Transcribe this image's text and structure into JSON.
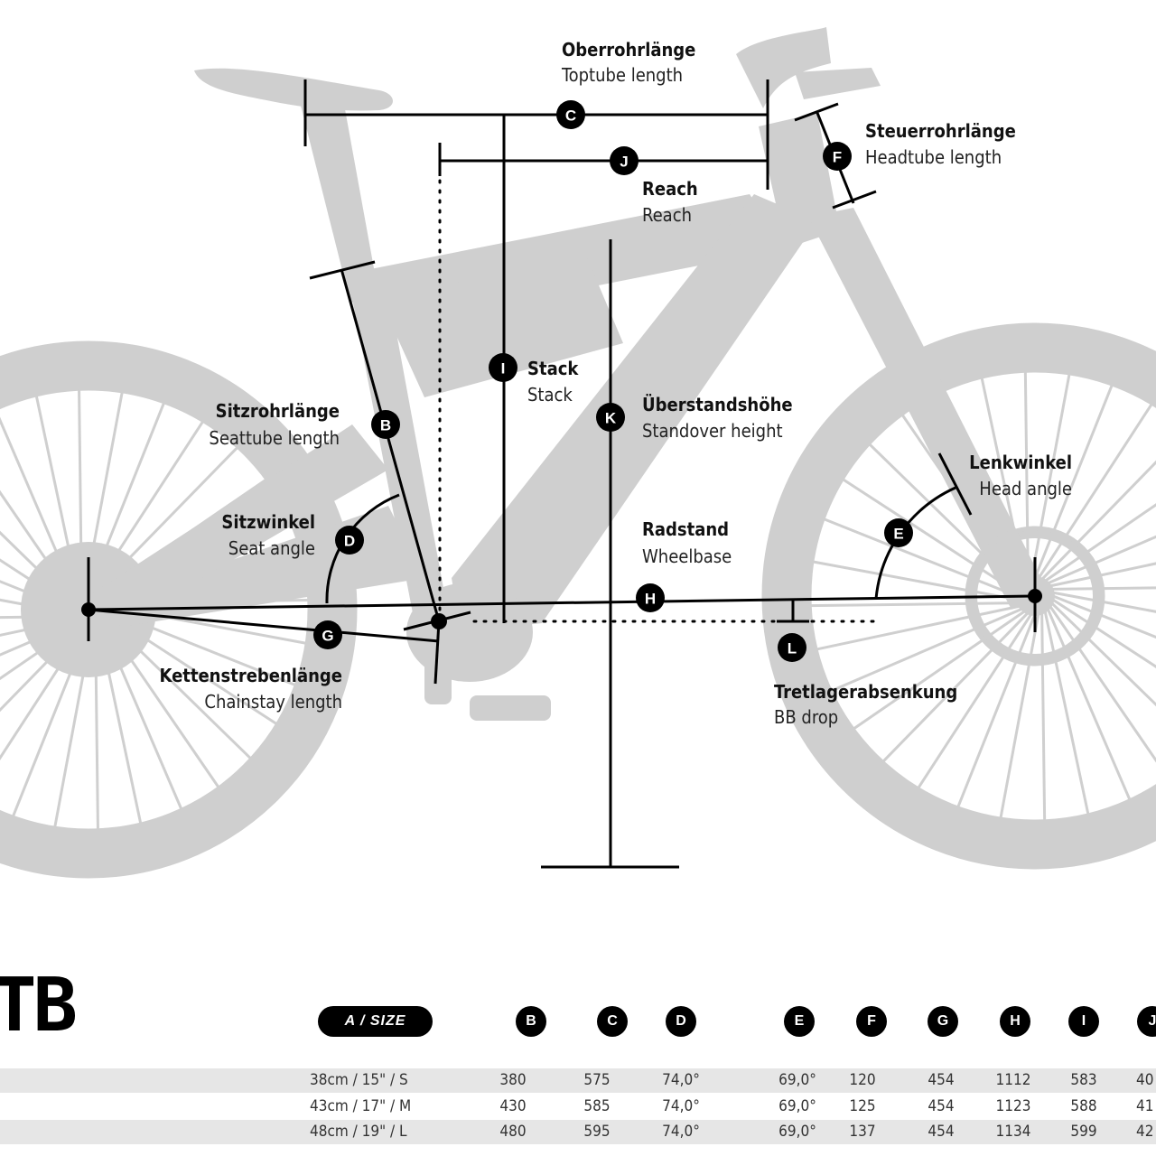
{
  "labels": {
    "C": {
      "de": "Oberrohrlänge",
      "en": "Toptube length"
    },
    "F": {
      "de": "Steuerrohrlänge",
      "en": "Headtube length"
    },
    "J": {
      "de": "Reach",
      "en": "Reach"
    },
    "I": {
      "de": "Stack",
      "en": "Stack"
    },
    "K": {
      "de": "Überstandshöhe",
      "en": "Standover height"
    },
    "B": {
      "de": "Sitzrohrlänge",
      "en": "Seattube length"
    },
    "D": {
      "de": "Sitzwinkel",
      "en": "Seat angle"
    },
    "E": {
      "de": "Lenkwinkel",
      "en": "Head angle"
    },
    "H": {
      "de": "Radstand",
      "en": "Wheelbase"
    },
    "G": {
      "de": "Kettenstrebenlänge",
      "en": "Chainstay length"
    },
    "L": {
      "de": "Tretlagerabsenkung",
      "en": "BB drop"
    }
  },
  "badges": {
    "B": "B",
    "C": "C",
    "D": "D",
    "E": "E",
    "F": "F",
    "G": "G",
    "H": "H",
    "I": "I",
    "J": "J",
    "K": "K",
    "L": "L"
  },
  "brand_fragment": "TB",
  "table": {
    "size_header": "A / SIZE",
    "columns": [
      "B",
      "C",
      "D",
      "E",
      "F",
      "G",
      "H",
      "I",
      "J"
    ],
    "rows": [
      {
        "size": "38cm  /  15\"   /  S",
        "B": "380",
        "C": "575",
        "D": "74,0°",
        "E": "69,0°",
        "F": "120",
        "G": "454",
        "H": "1112",
        "I": "583",
        "J": "40"
      },
      {
        "size": "43cm  /  17\"   /  M",
        "B": "430",
        "C": "585",
        "D": "74,0°",
        "E": "69,0°",
        "F": "125",
        "G": "454",
        "H": "1123",
        "I": "588",
        "J": "41"
      },
      {
        "size": "48cm  /  19\"   /  L",
        "B": "480",
        "C": "595",
        "D": "74,0°",
        "E": "69,0°",
        "F": "137",
        "G": "454",
        "H": "1134",
        "I": "599",
        "J": "42"
      }
    ]
  },
  "colors": {
    "bike_silhouette": "#cfcfcf",
    "lines": "#000000",
    "row_shade": "#e6e6e6"
  }
}
